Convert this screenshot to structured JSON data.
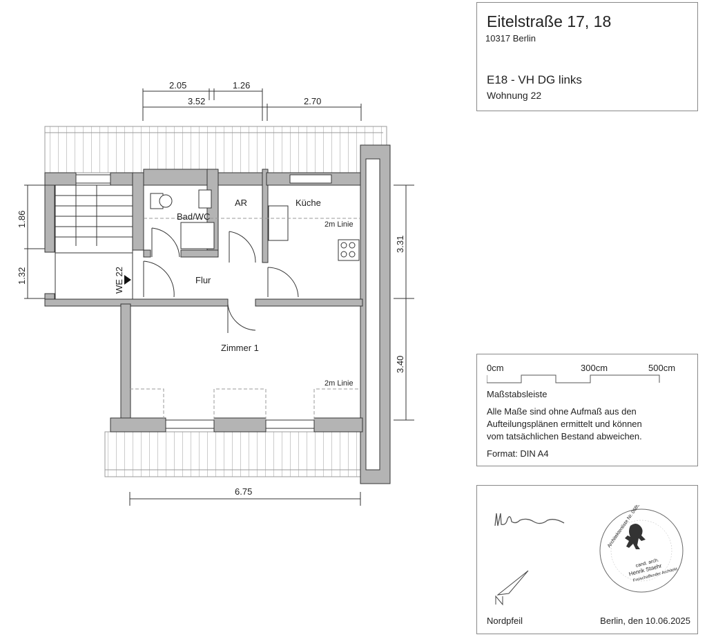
{
  "title_block": {
    "address": "Eitelstraße 17, 18",
    "city": "10317 Berlin",
    "unit_code": "E18 - VH DG links",
    "apartment": "Wohnung 22"
  },
  "plan": {
    "rooms": {
      "bath": "Bad/WC",
      "storage": "AR",
      "kitchen": "Küche",
      "hall": "Flur",
      "room1": "Zimmer 1",
      "entrance": "WE 22"
    },
    "line_note": "2m Linie",
    "dimensions": {
      "top_a": "2.05",
      "top_b": "1.26",
      "top_c": "3.52",
      "top_d": "2.70",
      "left_a": "1.86",
      "left_b": "1.32",
      "right_a": "3.31",
      "right_b": "3.40",
      "bottom": "6.75"
    }
  },
  "legend": {
    "scale_labels": [
      "0cm",
      "300cm",
      "500cm"
    ],
    "scale_title": "Maßstabsleiste",
    "disclaimer_lines": [
      "Alle Maße sind ohne Aufmaß aus den",
      "Aufteilungsplänen ermittelt und können",
      "vom tatsächlichen Bestand abweichen."
    ],
    "format": "Format: DIN A4"
  },
  "signature_block": {
    "north_label": "Nordpfeil",
    "place_date": "Berlin, den 10.06.2025",
    "stamp_text": "Architektenliste Nr. 06859 · cand. arch. Henrik Staehr · Freischaffender Architekt · Mitglied der Architektenkammer Berlin"
  },
  "colors": {
    "wall": "#b4b4b4",
    "line": "#333333"
  }
}
